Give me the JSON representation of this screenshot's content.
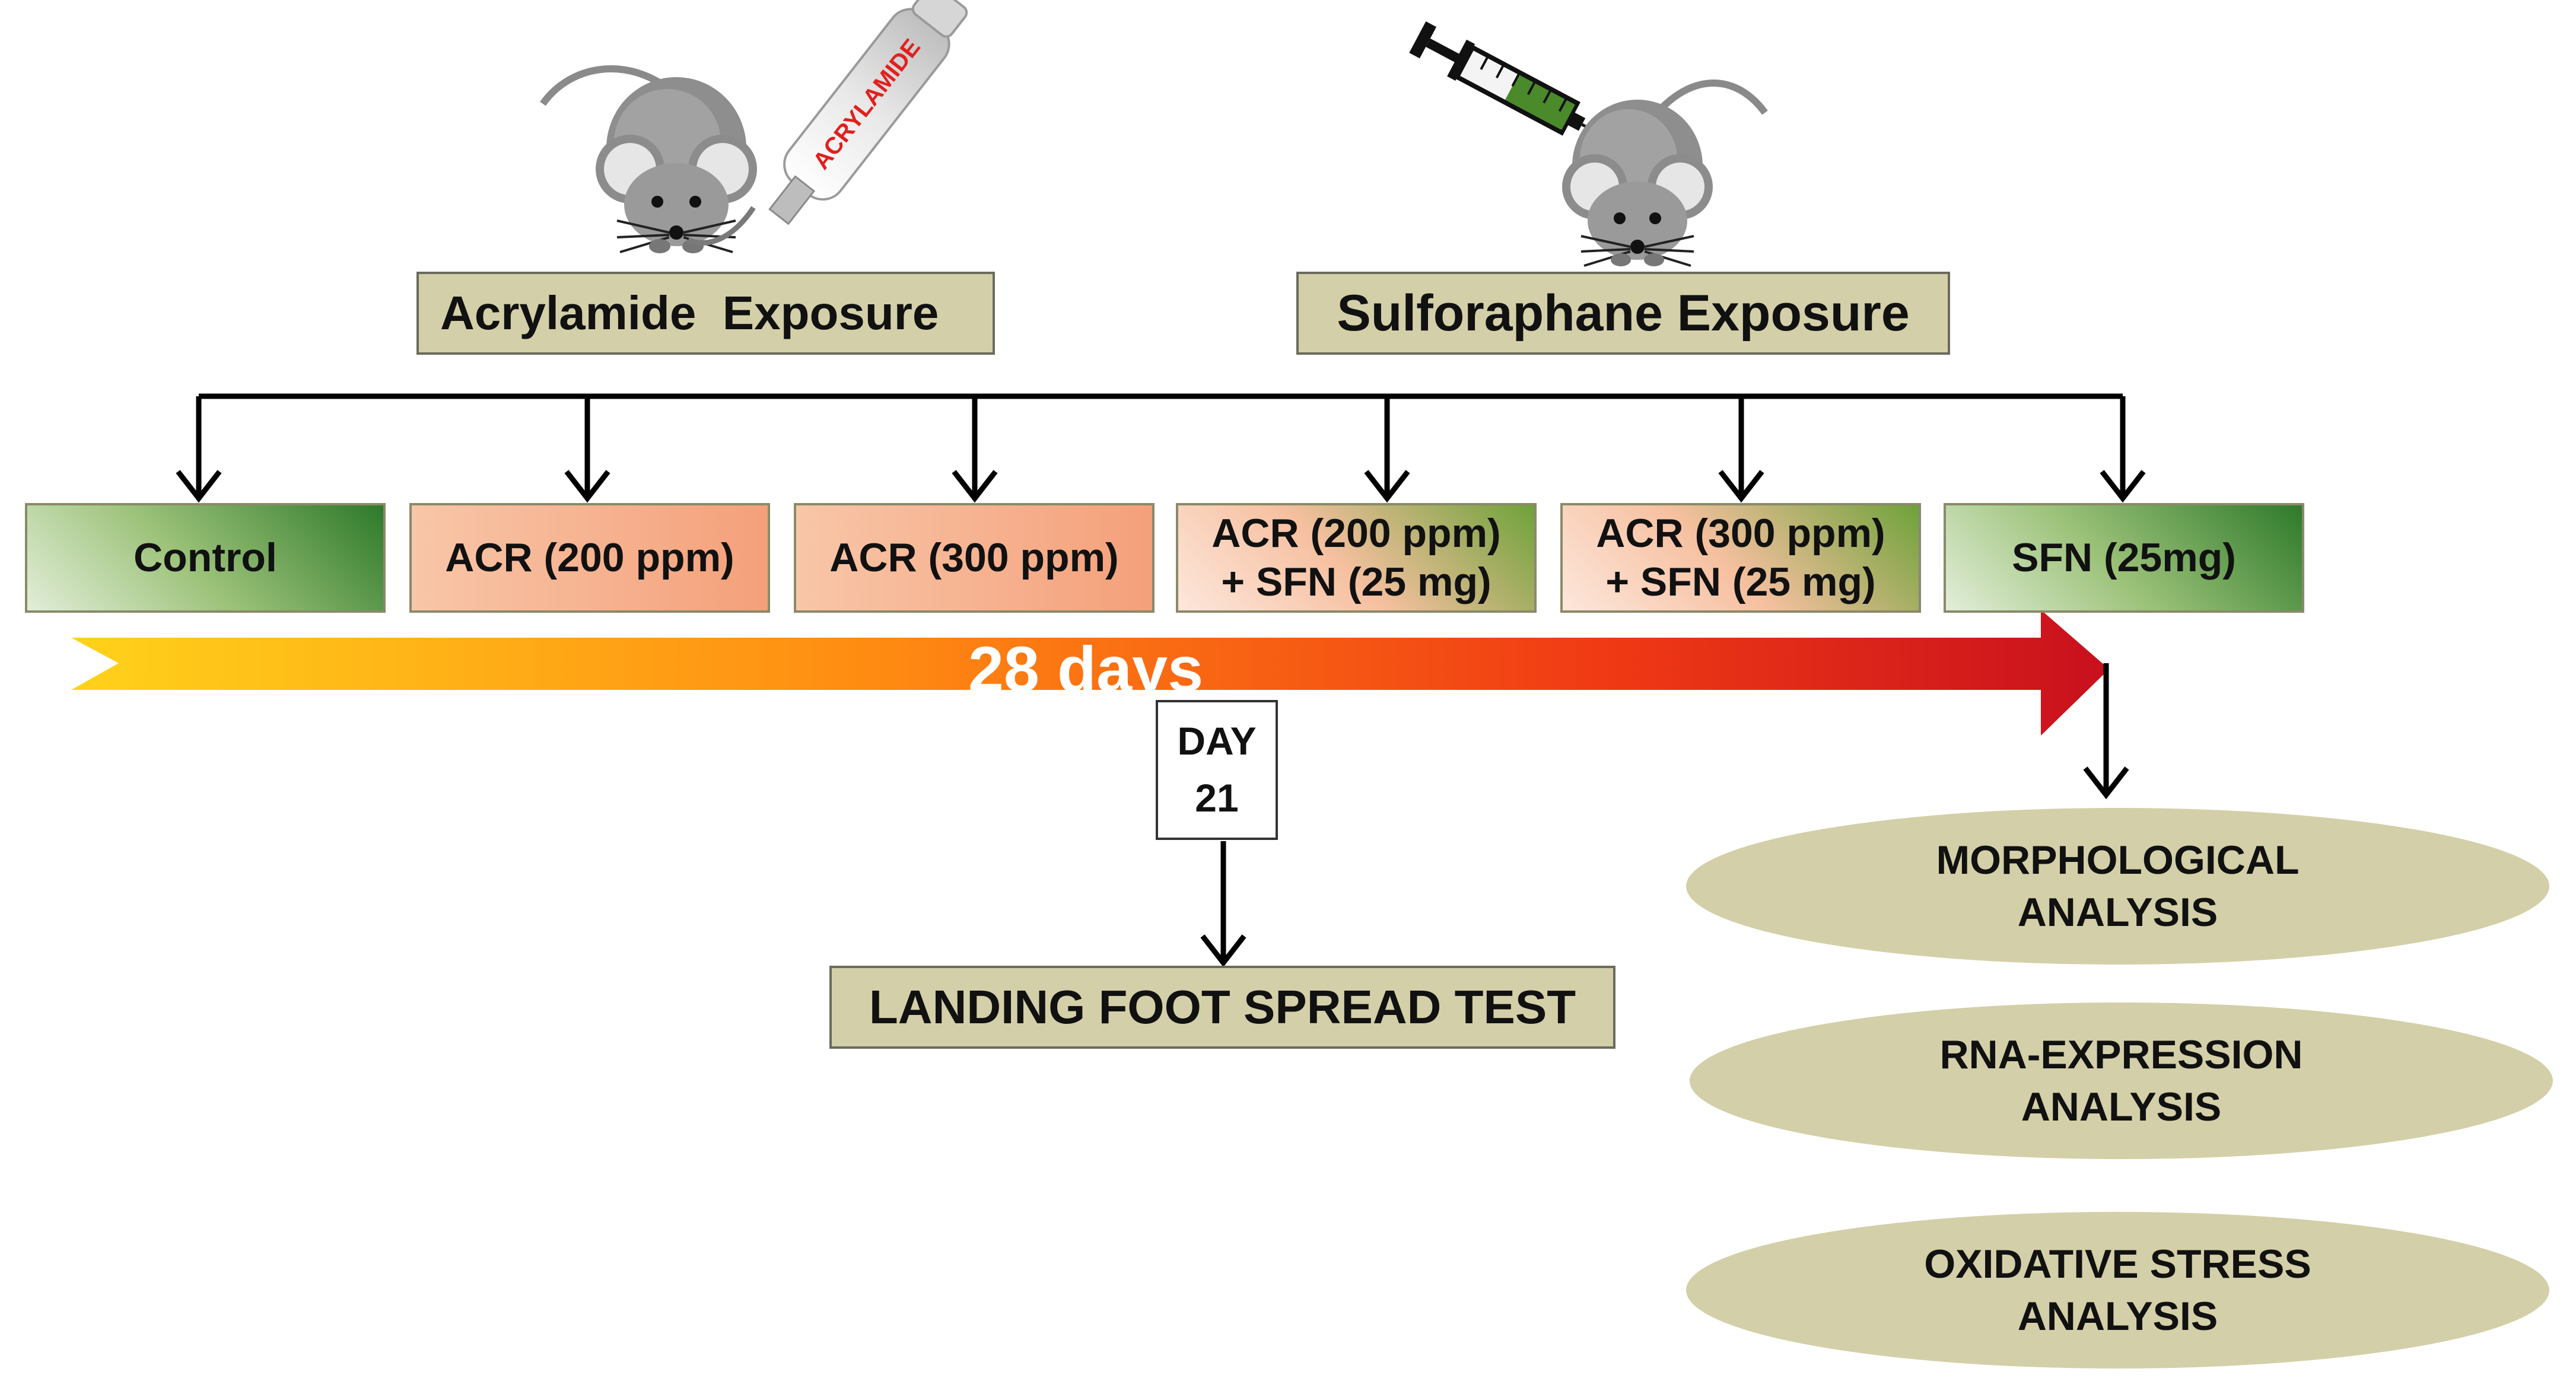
{
  "exposures": {
    "acrylamide": "Acrylamide  Exposure",
    "sulforaphane": "Sulforaphane Exposure",
    "bottle_label": "ACRYLAMIDE"
  },
  "groups": [
    {
      "line1": "Control",
      "line2": ""
    },
    {
      "line1": "ACR (200 ppm)",
      "line2": ""
    },
    {
      "line1": "ACR (300 ppm)",
      "line2": ""
    },
    {
      "line1": "ACR (200 ppm)",
      "line2": "+ SFN (25 mg)"
    },
    {
      "line1": "ACR (300 ppm)",
      "line2": "+ SFN (25 mg)"
    },
    {
      "line1": "SFN (25mg)",
      "line2": ""
    }
  ],
  "timeline": {
    "duration": "28 days",
    "day_label": "DAY",
    "day_number": "21"
  },
  "test": "LANDING FOOT SPREAD TEST",
  "analyses": [
    {
      "line1": "MORPHOLOGICAL",
      "line2": "ANALYSIS"
    },
    {
      "line1": "RNA-EXPRESSION",
      "line2": "ANALYSIS"
    },
    {
      "line1": "OXIDATIVE STRESS",
      "line2": "ANALYSIS"
    }
  ],
  "colors": {
    "box_fill": "#d3cfa8",
    "arrow_start": "#ffd21a",
    "arrow_end": "#c8101e",
    "control_green": "#2e7a2b",
    "acr_orange": "#f4a07a",
    "syringe_liquid": "#4a8a2a"
  },
  "icons": [
    "mouse-icon",
    "bottle-icon",
    "syringe-icon"
  ]
}
